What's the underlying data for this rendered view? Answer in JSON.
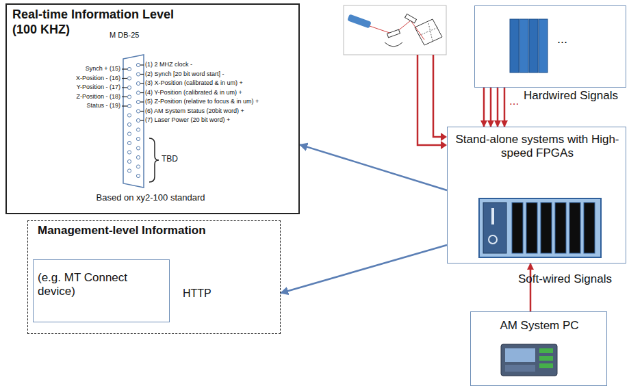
{
  "diagram": {
    "nodes": [
      {
        "text": [
          "Real-time Information Level (100 KHZ)",
          "M DB-25",
          "Based on xy2-100 standard"
        ]
      },
      {
        "text": [
          "..."
        ]
      },
      {
        "text": [
          "Stand-alone systems with High-speed FPGAs"
        ]
      },
      {
        "text": [
          "Management-level Information",
          "HTTP"
        ]
      },
      {
        "text": [
          "(e.g. MT Connect device)"
        ],
        "in": 3
      },
      {
        "text": [
          "AM System PC"
        ]
      }
    ],
    "edges": [
      {
        "from": 2,
        "to": 0,
        "arrow": "to"
      },
      {
        "from": 2,
        "to": 3,
        "arrow": "to"
      },
      {
        "from": 1,
        "to": 2,
        "arrow": "to"
      },
      {
        "from": 1,
        "to": 2,
        "arrow": "to"
      },
      {
        "from": 1,
        "to": 2,
        "arrow": "to"
      },
      {
        "from": 1,
        "to": 2,
        "arrow": "to"
      },
      {
        "from": 5,
        "to": 2,
        "arrow": "to"
      }
    ],
    "labels": [
      "(1) 2 MHZ clock -",
      "(2) Synch [20 bit word start] -",
      "(3) X-Position (calibrated & in um) +",
      "(4) Y-Position (calibrated & in um) +",
      "(5) Z-Position (relative to focus & in um) +",
      "(6) AM System Status (20bit word) +",
      "(7) Laser Power (20 bit word) +",
      "Synch + (15)",
      "X-Position - (16)",
      "Y-Position - (17)",
      "Z-Position - (18)",
      "Status - (19)",
      "TBD",
      "Hardwired Signals",
      "...",
      "Soft-wired Signals"
    ]
  }
}
